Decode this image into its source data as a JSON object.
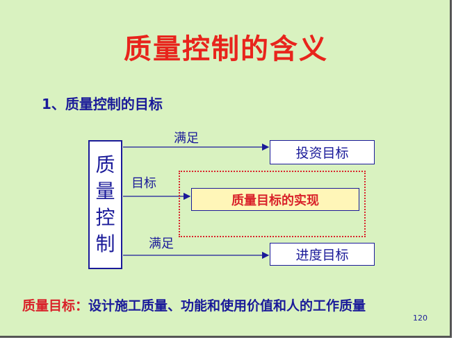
{
  "title": "质量控制的含义",
  "subtitle": "1、质量控制的目标",
  "diagram": {
    "source_chars": [
      "质",
      "量",
      "控",
      "制"
    ],
    "label_top": "满足",
    "label_middle": "目标",
    "label_bottom": "满足",
    "box_top": "投资目标",
    "box_middle": "质量目标的实现",
    "box_bottom": "进度目标"
  },
  "footer": {
    "key": "质量目标：",
    "value": "设计施工质量、功能和使用价值和人的工作质量"
  },
  "page_number": "120",
  "colors": {
    "background": "#d9f2c0",
    "title": "#e8241c",
    "text": "#1a1a99",
    "highlight_fill": "#fff6b8",
    "dotted_border": "#d9222a"
  }
}
